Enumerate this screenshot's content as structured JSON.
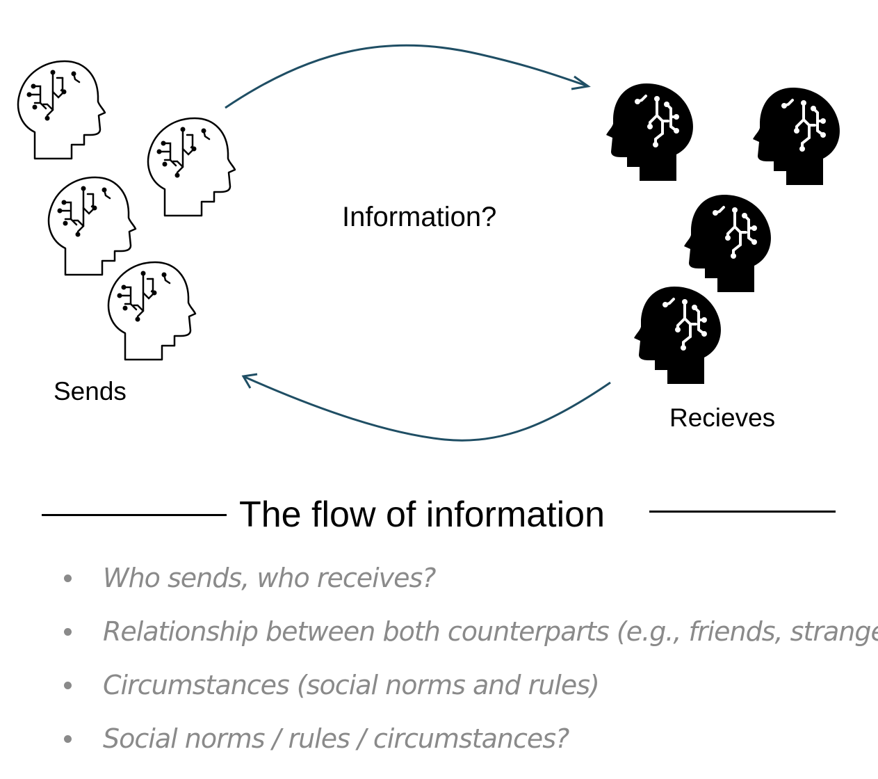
{
  "diagram": {
    "sender_label": "Sends",
    "receiver_label": "Recieves",
    "message_label": "Information?",
    "arrow_color": "#1f4e64",
    "sender_icon": "head-circuit-outline-icon",
    "receiver_icon": "head-circuit-filled-icon"
  },
  "section": {
    "title": "The flow of information",
    "bullets": [
      "Who sends, who receives?",
      "Relationship between both counterparts (e.g., friends, strangers)",
      "Circumstances (social norms and rules)",
      "Social norms / rules / circumstances?"
    ],
    "bullet_color": "#8a8a8a"
  }
}
